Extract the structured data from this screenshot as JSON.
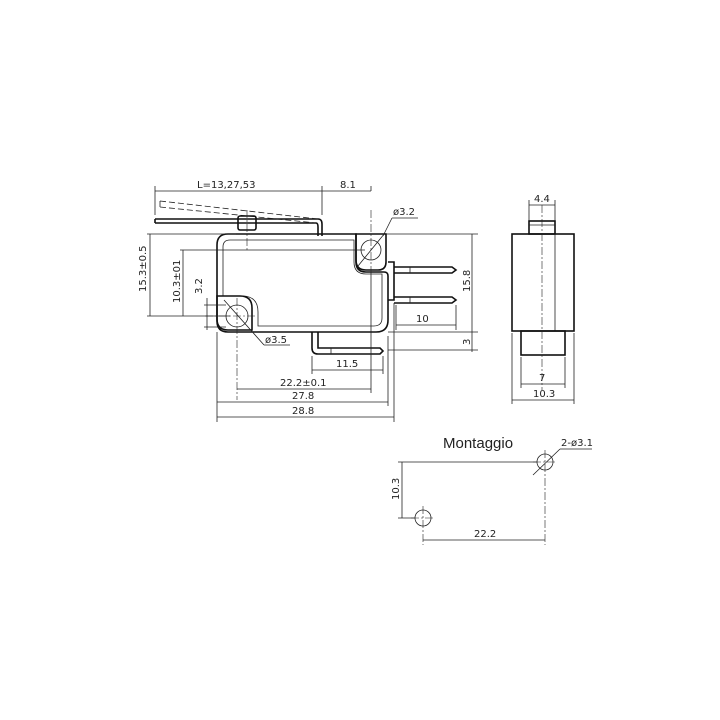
{
  "drawing": {
    "subject": "microswitch-with-lever",
    "line_color": "#111111",
    "background": "#ffffff"
  },
  "front_view": {
    "lever_length_label": "L=13,27,53",
    "lever_offset_label": "8.1",
    "top_hole_label": "ø3.2",
    "bottom_hole_label": "ø3.5",
    "height_total_label": "15.3±0.5",
    "height_holes_label": "10.3±01",
    "hole_offset_label": "3.2",
    "body_height_label": "15.8",
    "terminal_length_label": "10",
    "bottom_terminal_offset_label": "3",
    "bottom_terminal_length_label": "11.5",
    "hole_spacing_label": "22.2±0.1",
    "body_width_label": "27.8",
    "overall_width_label": "28.8"
  },
  "side_view": {
    "button_width_label": "4.4",
    "base_width_label": "7",
    "body_depth_label": "10.3"
  },
  "mounting": {
    "title": "Montaggio",
    "holes_label": "2-ø3.1",
    "vertical_spacing_label": "10.3",
    "horizontal_spacing_label": "22.2"
  }
}
